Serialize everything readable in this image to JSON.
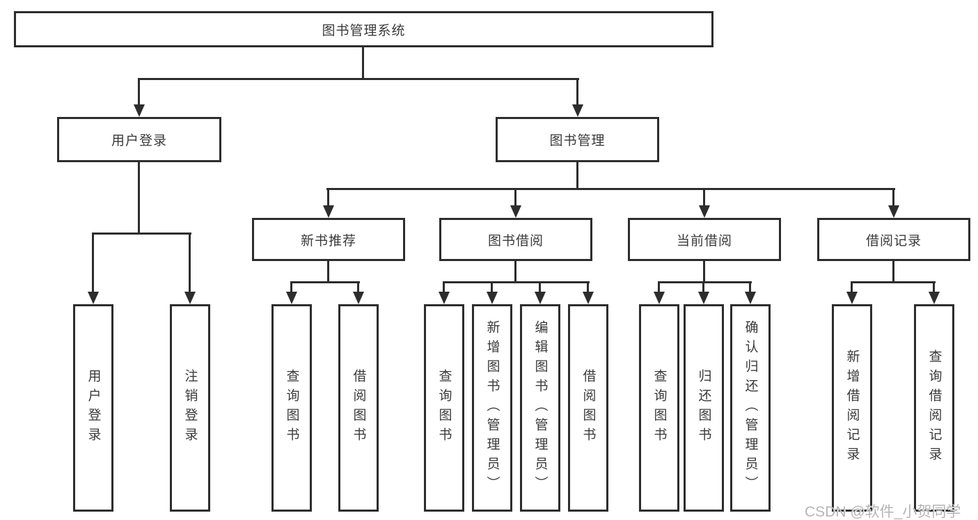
{
  "colors": {
    "stroke": "#2d2d2d",
    "node_text": "#3a3a3a",
    "background": "#ffffff",
    "watermark_text_color": "#b5b5b5"
  },
  "diagram": {
    "root": {
      "label": "图书管理系统"
    },
    "user_branch": {
      "label": "用户登录",
      "children": [
        {
          "label": "用户登录"
        },
        {
          "label": "注销登录"
        }
      ]
    },
    "book_branch": {
      "label": "图书管理",
      "sections": [
        {
          "label": "新书推荐",
          "children": [
            {
              "label": "查询图书"
            },
            {
              "label": "借阅图书"
            }
          ]
        },
        {
          "label": "图书借阅",
          "children": [
            {
              "label": "查询图书"
            },
            {
              "label": "新增图书（管理员）"
            },
            {
              "label": "编辑图书（管理员）"
            },
            {
              "label": "借阅图书"
            }
          ]
        },
        {
          "label": "当前借阅",
          "children": [
            {
              "label": "查询图书"
            },
            {
              "label": "归还图书"
            },
            {
              "label": "确认归还（管理员）"
            }
          ]
        },
        {
          "label": "借阅记录",
          "children": [
            {
              "label": "新增借阅记录"
            },
            {
              "label": "查询借阅记录"
            }
          ]
        }
      ]
    }
  },
  "watermark": {
    "text": "CSDN @软件_小贺同学"
  }
}
